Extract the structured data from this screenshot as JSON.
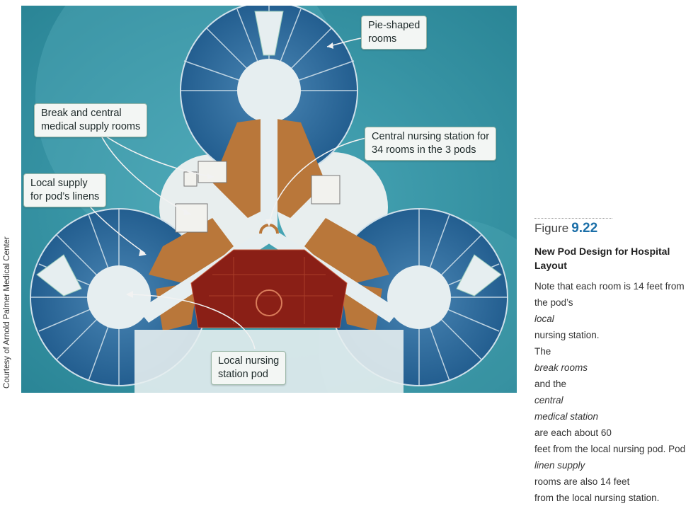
{
  "credit": "Courtesy of Arnold Palmer Medical Center",
  "callouts": {
    "pie_shaped": [
      "Pie-shaped",
      "rooms"
    ],
    "break_central": [
      "Break and central",
      "medical supply rooms"
    ],
    "central_nursing": [
      "Central nursing station for",
      "34 rooms in the 3 pods"
    ],
    "local_supply": [
      "Local supply",
      "for pod’s linens"
    ],
    "local_nursing": [
      "Local nursing",
      "station pod"
    ]
  },
  "figure": {
    "label": "Figure",
    "number": "9.22",
    "title": "New Pod Design for Hospital Layout",
    "body": [
      {
        "t": "Note that each room is 14 feet from"
      },
      {
        "a": "the pod’s ",
        "i": "local",
        "b": " nursing station."
      },
      {
        "a": "The ",
        "i": "break rooms",
        "b": " and the ",
        "i2": "central"
      },
      {
        "i": "medical station",
        "b": " are each about 60"
      },
      {
        "t": "feet from the local nursing pod. Pod"
      },
      {
        "i": "linen supply",
        "b": " rooms are also 14 feet"
      },
      {
        "t": "from the local nursing station."
      }
    ]
  },
  "colors": {
    "background": "#2f93a6",
    "pod_blue": "#2a6a9c",
    "orange_rooms": "#b9773a",
    "red_central": "#8a1f16",
    "corridor": "#e6eef0"
  },
  "icons": {
    "photo": "floor-plan-photo"
  }
}
